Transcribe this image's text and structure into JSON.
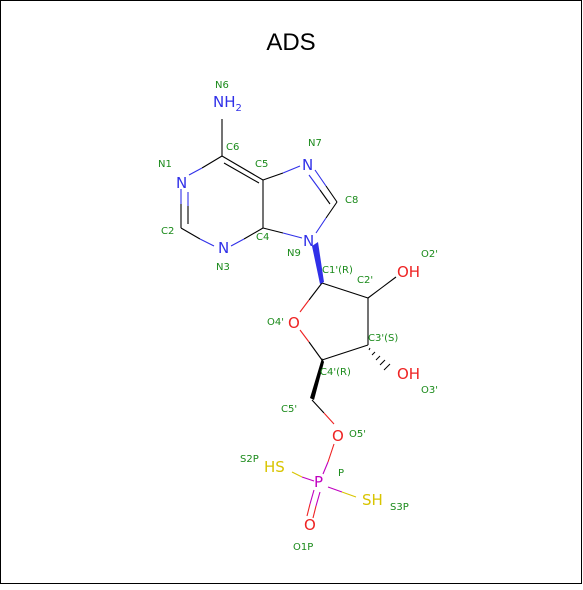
{
  "title": "ADS",
  "colors": {
    "bond": "#000000",
    "nitrogen": "#3030e8",
    "oxygen": "#ee2222",
    "sulfur": "#d8c400",
    "phosphorus": "#c000c0",
    "label": "#1a8a1a"
  },
  "atoms": {
    "nh2": "NH",
    "nh2_sub": "2",
    "n1": "N",
    "n3": "N",
    "n7": "N",
    "n9": "N",
    "o4p": "O",
    "o2p": "OH",
    "o3p": "OH",
    "o5p": "O",
    "s2p": "HS",
    "s3p": "SH",
    "p": "P",
    "o1p": "O"
  },
  "labels": {
    "N6": "N6",
    "C6": "C6",
    "C5": "C5",
    "N7": "N7",
    "N1": "N1",
    "C8": "C8",
    "C2": "C2",
    "C4": "C4",
    "N9": "N9",
    "N3": "N3",
    "O2p": "O2'",
    "C1p": "C1'(R)",
    "C2p": "C2'",
    "O4p": "O4'",
    "C3p": "C3'(S)",
    "C4p": "C4'(R)",
    "O3p": "O3'",
    "C5p": "C5'",
    "O5p": "O5'",
    "S2P": "S2P",
    "P": "P",
    "S3P": "S3P",
    "O1P": "O1P"
  }
}
